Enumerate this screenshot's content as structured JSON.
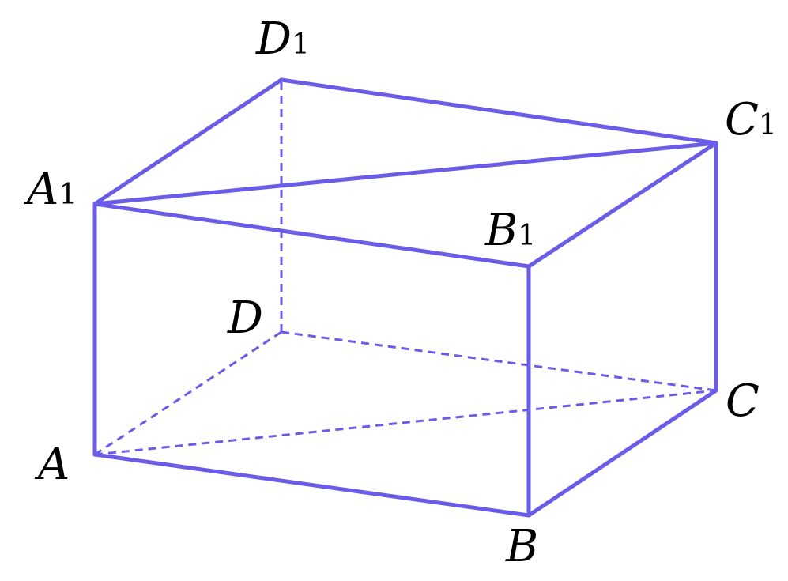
{
  "diagram": {
    "edge_color": "#6b5ce7",
    "label_color": "#000000",
    "vertices": {
      "A": {
        "letter": "A",
        "subscript": ""
      },
      "B": {
        "letter": "B",
        "subscript": ""
      },
      "C": {
        "letter": "C",
        "subscript": ""
      },
      "D": {
        "letter": "D",
        "subscript": ""
      },
      "A1": {
        "letter": "A",
        "subscript": "1"
      },
      "B1": {
        "letter": "B",
        "subscript": "1"
      },
      "C1": {
        "letter": "C",
        "subscript": "1"
      },
      "D1": {
        "letter": "D",
        "subscript": "1"
      }
    },
    "visible_edges": [
      [
        "A",
        "B"
      ],
      [
        "B",
        "C"
      ],
      [
        "C",
        "C1"
      ],
      [
        "B",
        "B1"
      ],
      [
        "A",
        "A1"
      ],
      [
        "A1",
        "B1"
      ],
      [
        "B1",
        "C1"
      ],
      [
        "C1",
        "D1"
      ],
      [
        "D1",
        "A1"
      ],
      [
        "A1",
        "C1"
      ]
    ],
    "hidden_edges": [
      [
        "A",
        "D"
      ],
      [
        "D",
        "C"
      ],
      [
        "D",
        "D1"
      ],
      [
        "A",
        "C"
      ]
    ]
  }
}
